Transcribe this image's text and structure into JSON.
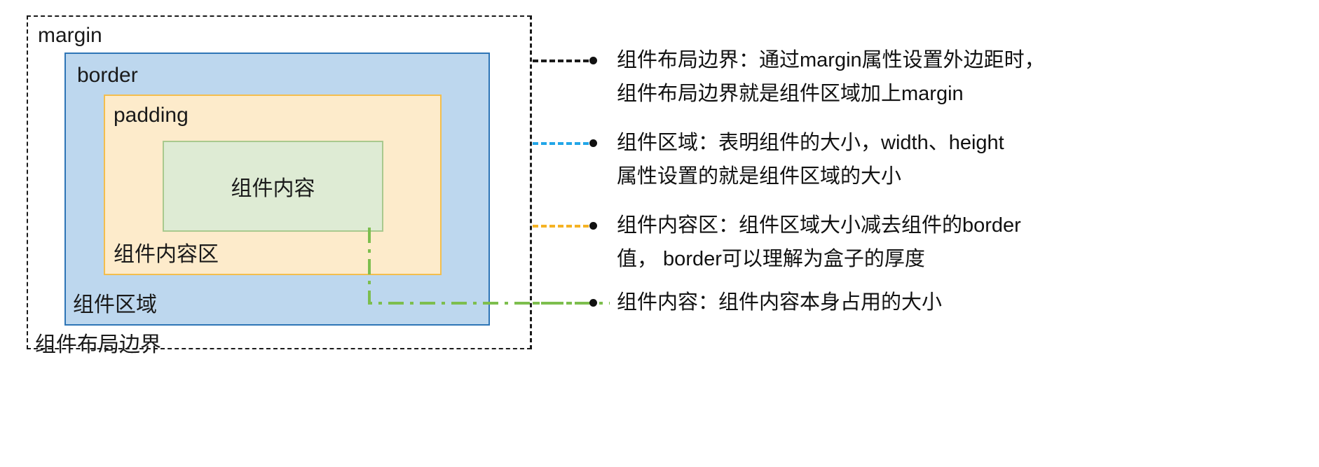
{
  "figure": {
    "margin_label": "margin",
    "border_label": "border",
    "padding_label": "padding",
    "content_label": "组件内容",
    "content_area_label": "组件内容区",
    "component_area_label": "组件区域",
    "layout_boundary_label": "组件布局边界"
  },
  "colors": {
    "margin_line": "#1a1a1a",
    "border_fill": "#BDD7EE",
    "border_stroke": "#2E75B6",
    "padding_fill": "#FDEBCB",
    "padding_stroke": "#F3BE4E",
    "content_fill": "#DEEBD4",
    "content_stroke": "#A9C98E",
    "leader_layout": "#1a1a1a",
    "leader_area": "#22A6E8",
    "leader_content_area": "#F5B324",
    "leader_content": "#7DBE4E"
  },
  "legend": [
    {
      "key": "layout-boundary",
      "color": "#1a1a1a",
      "line1": "组件布局边界：通过margin属性设置外边距时，",
      "line2": "组件布局边界就是组件区域加上margin"
    },
    {
      "key": "component-area",
      "color": "#22A6E8",
      "line1": "组件区域：表明组件的大小，width、height",
      "line2": "属性设置的就是组件区域的大小"
    },
    {
      "key": "content-area",
      "color": "#F5B324",
      "line1": "组件内容区：组件区域大小减去组件的border",
      "line2": "值， border可以理解为盒子的厚度"
    },
    {
      "key": "content",
      "color": "#7DBE4E",
      "line1": "组件内容：组件内容本身占用的大小",
      "line2": ""
    }
  ]
}
